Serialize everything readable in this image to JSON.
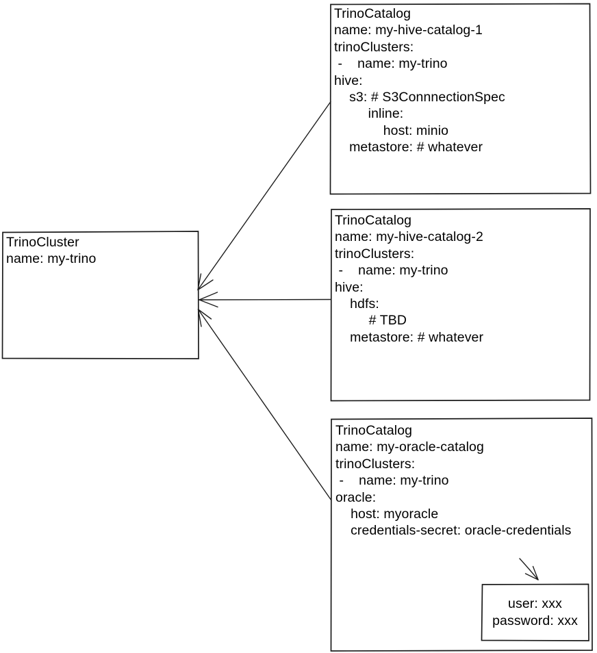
{
  "diagram": {
    "background_color": "#ffffff",
    "stroke_color": "#1b1b1b",
    "text_color": "#000000",
    "nodes": {
      "cluster": {
        "kind": "TrinoCluster",
        "text": "TrinoCluster\nname: my-trino"
      },
      "catalog1": {
        "kind": "TrinoCatalog",
        "text": "TrinoCatalog\nname: my-hive-catalog-1\ntrinoClusters:\n -    name: my-trino\nhive:\n    s3: # S3ConnnectionSpec\n         inline:\n             host: minio\n    metastore: # whatever"
      },
      "catalog2": {
        "kind": "TrinoCatalog",
        "text": "TrinoCatalog\nname: my-hive-catalog-2\ntrinoClusters:\n -    name: my-trino\nhive:\n    hdfs:\n         # TBD\n    metastore: # whatever"
      },
      "catalog3": {
        "kind": "TrinoCatalog",
        "text": "TrinoCatalog\nname: my-oracle-catalog\ntrinoClusters:\n -    name: my-trino\noracle:\n    host: myoracle\n    credentials-secret: oracle-credentials"
      },
      "credentials": {
        "kind": "Secret",
        "text": "user: xxx\npassword: xxx"
      }
    },
    "edges": [
      {
        "from": "catalog1",
        "to": "cluster",
        "style": "arrow"
      },
      {
        "from": "catalog2",
        "to": "cluster",
        "style": "arrow"
      },
      {
        "from": "catalog3",
        "to": "cluster",
        "style": "arrow"
      },
      {
        "from": "credentials-secret reference",
        "to": "credentials",
        "style": "arrow"
      }
    ]
  }
}
